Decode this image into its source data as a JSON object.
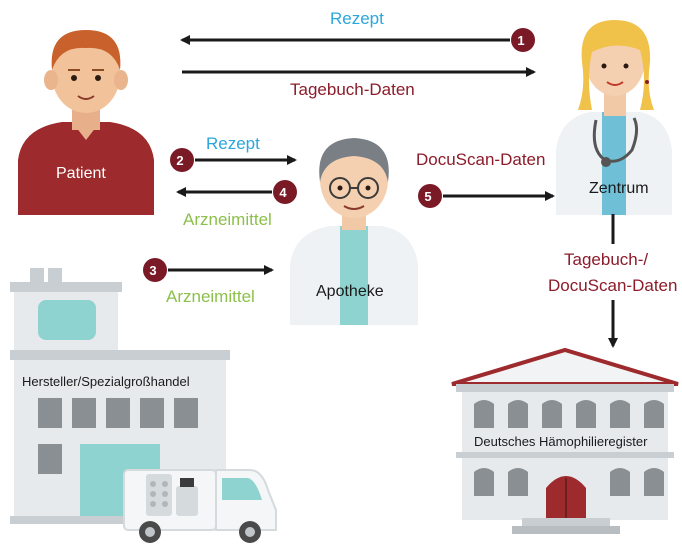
{
  "colors": {
    "accent_blue": "#2aa7dd",
    "accent_red": "#8b1c2a",
    "accent_green": "#8cc04b",
    "badge": "#7a1a26",
    "building_gray": "#dfe3e6",
    "teal": "#8fd3d0"
  },
  "actors": {
    "patient": "Patient",
    "zentrum": "Zentrum",
    "apotheke": "Apotheke",
    "hersteller": "Hersteller/Spezialgroßhandel",
    "register": "Deutsches Hämophilieregister"
  },
  "flows": [
    {
      "step": "1",
      "label": "Rezept"
    },
    {
      "step": "",
      "label": "Tagebuch-Daten"
    },
    {
      "step": "2",
      "label": "Rezept"
    },
    {
      "step": "4",
      "label": "Arzneimittel"
    },
    {
      "step": "5",
      "label": "DocuScan-Daten"
    },
    {
      "step": "3",
      "label": "Arzneimittel"
    }
  ],
  "register_flow": {
    "line1": "Tagebuch-/",
    "line2": "DocuScan-Daten"
  },
  "icons": [
    "patient-figure",
    "doctor-figure",
    "pharmacist-figure",
    "manufacturer-building",
    "delivery-van",
    "registry-building"
  ]
}
